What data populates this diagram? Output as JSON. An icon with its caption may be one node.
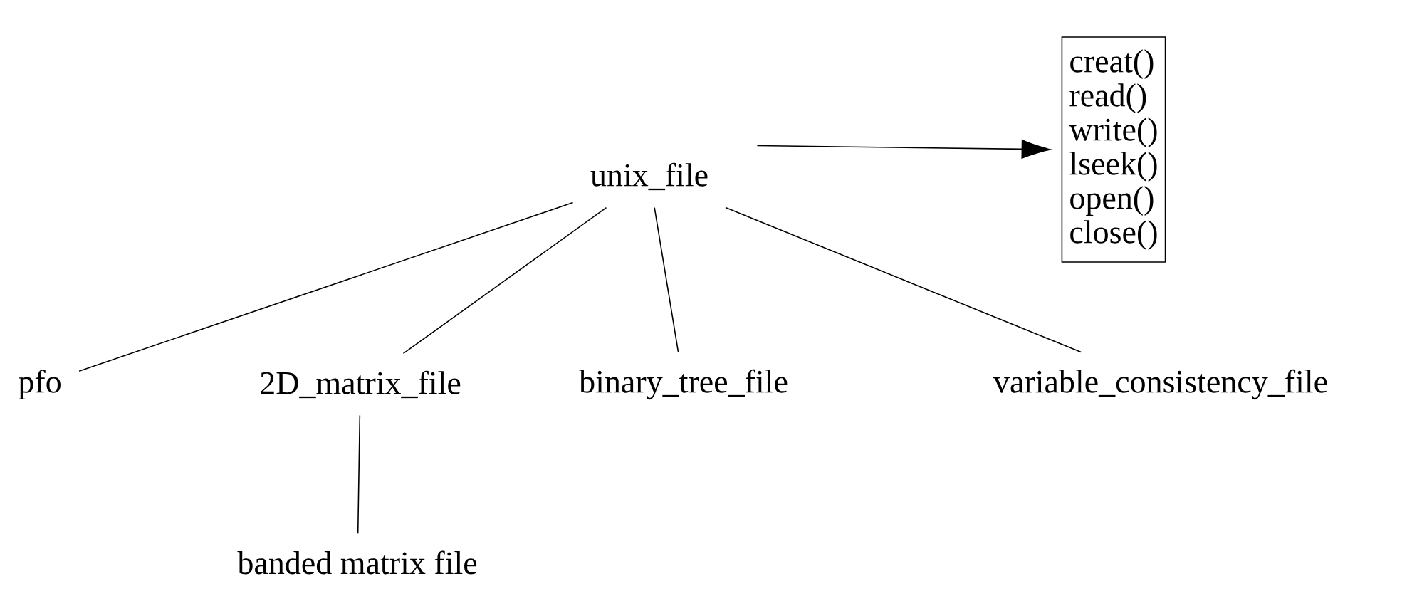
{
  "diagram": {
    "nodes": [
      {
        "text": [
          "unix_file"
        ]
      },
      {
        "text": [
          "creat()",
          "read()",
          "write()",
          "lseek()",
          "open()",
          "close()"
        ]
      },
      {
        "text": [
          "pfo"
        ]
      },
      {
        "text": [
          "2D_matrix_file"
        ]
      },
      {
        "text": [
          "binary_tree_file"
        ]
      },
      {
        "text": [
          "variable_consistency_file"
        ]
      },
      {
        "text": [
          "banded matrix file"
        ]
      }
    ],
    "edges": [
      {
        "from": 0,
        "to": 1,
        "arrow": "to"
      },
      {
        "from": 0,
        "to": 2,
        "arrow": "none"
      },
      {
        "from": 0,
        "to": 3,
        "arrow": "none"
      },
      {
        "from": 0,
        "to": 4,
        "arrow": "none"
      },
      {
        "from": 0,
        "to": 5,
        "arrow": "none"
      },
      {
        "from": 3,
        "to": 6,
        "arrow": "none"
      }
    ]
  }
}
